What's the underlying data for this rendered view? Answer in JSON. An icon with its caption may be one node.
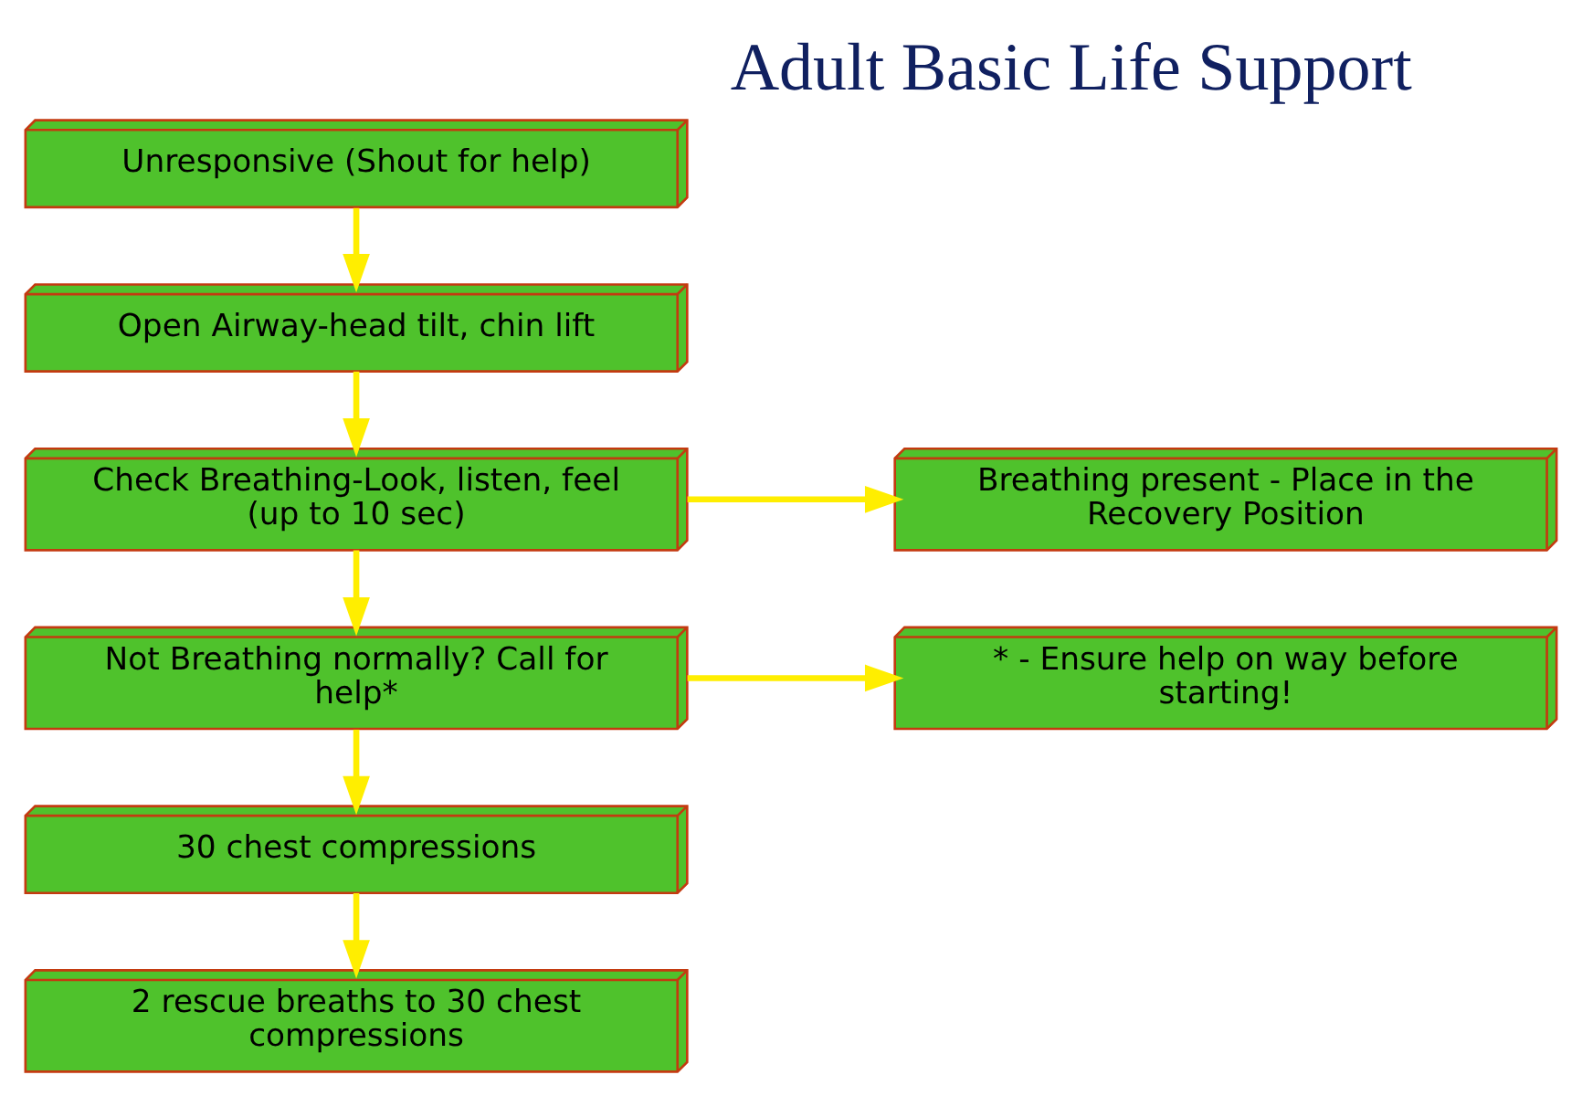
{
  "diagram": {
    "title": "Adult Basic Life Support",
    "nodes": [
      {
        "text": [
          "Unresponsive (Shout for help)"
        ]
      },
      {
        "text": [
          "Open Airway-head tilt, chin lift"
        ]
      },
      {
        "text": [
          "Check Breathing-Look, listen, feel (up to 10 sec)"
        ]
      },
      {
        "text": [
          "Breathing present - Place in the Recovery Position"
        ]
      },
      {
        "text": [
          "Not Breathing normally? Call for help*"
        ]
      },
      {
        "text": [
          "* - Ensure help on way before starting!"
        ]
      },
      {
        "text": [
          "30 chest compressions"
        ]
      },
      {
        "text": [
          "2 rescue breaths to 30 chest compressions"
        ]
      }
    ],
    "edges": [
      {
        "from": 0,
        "to": 1,
        "arrow": "to"
      },
      {
        "from": 1,
        "to": 2,
        "arrow": "to"
      },
      {
        "from": 2,
        "to": 3,
        "arrow": "to"
      },
      {
        "from": 2,
        "to": 4,
        "arrow": "to"
      },
      {
        "from": 4,
        "to": 5,
        "arrow": "to"
      },
      {
        "from": 4,
        "to": 6,
        "arrow": "to"
      },
      {
        "from": 6,
        "to": 7,
        "arrow": "to"
      }
    ]
  }
}
